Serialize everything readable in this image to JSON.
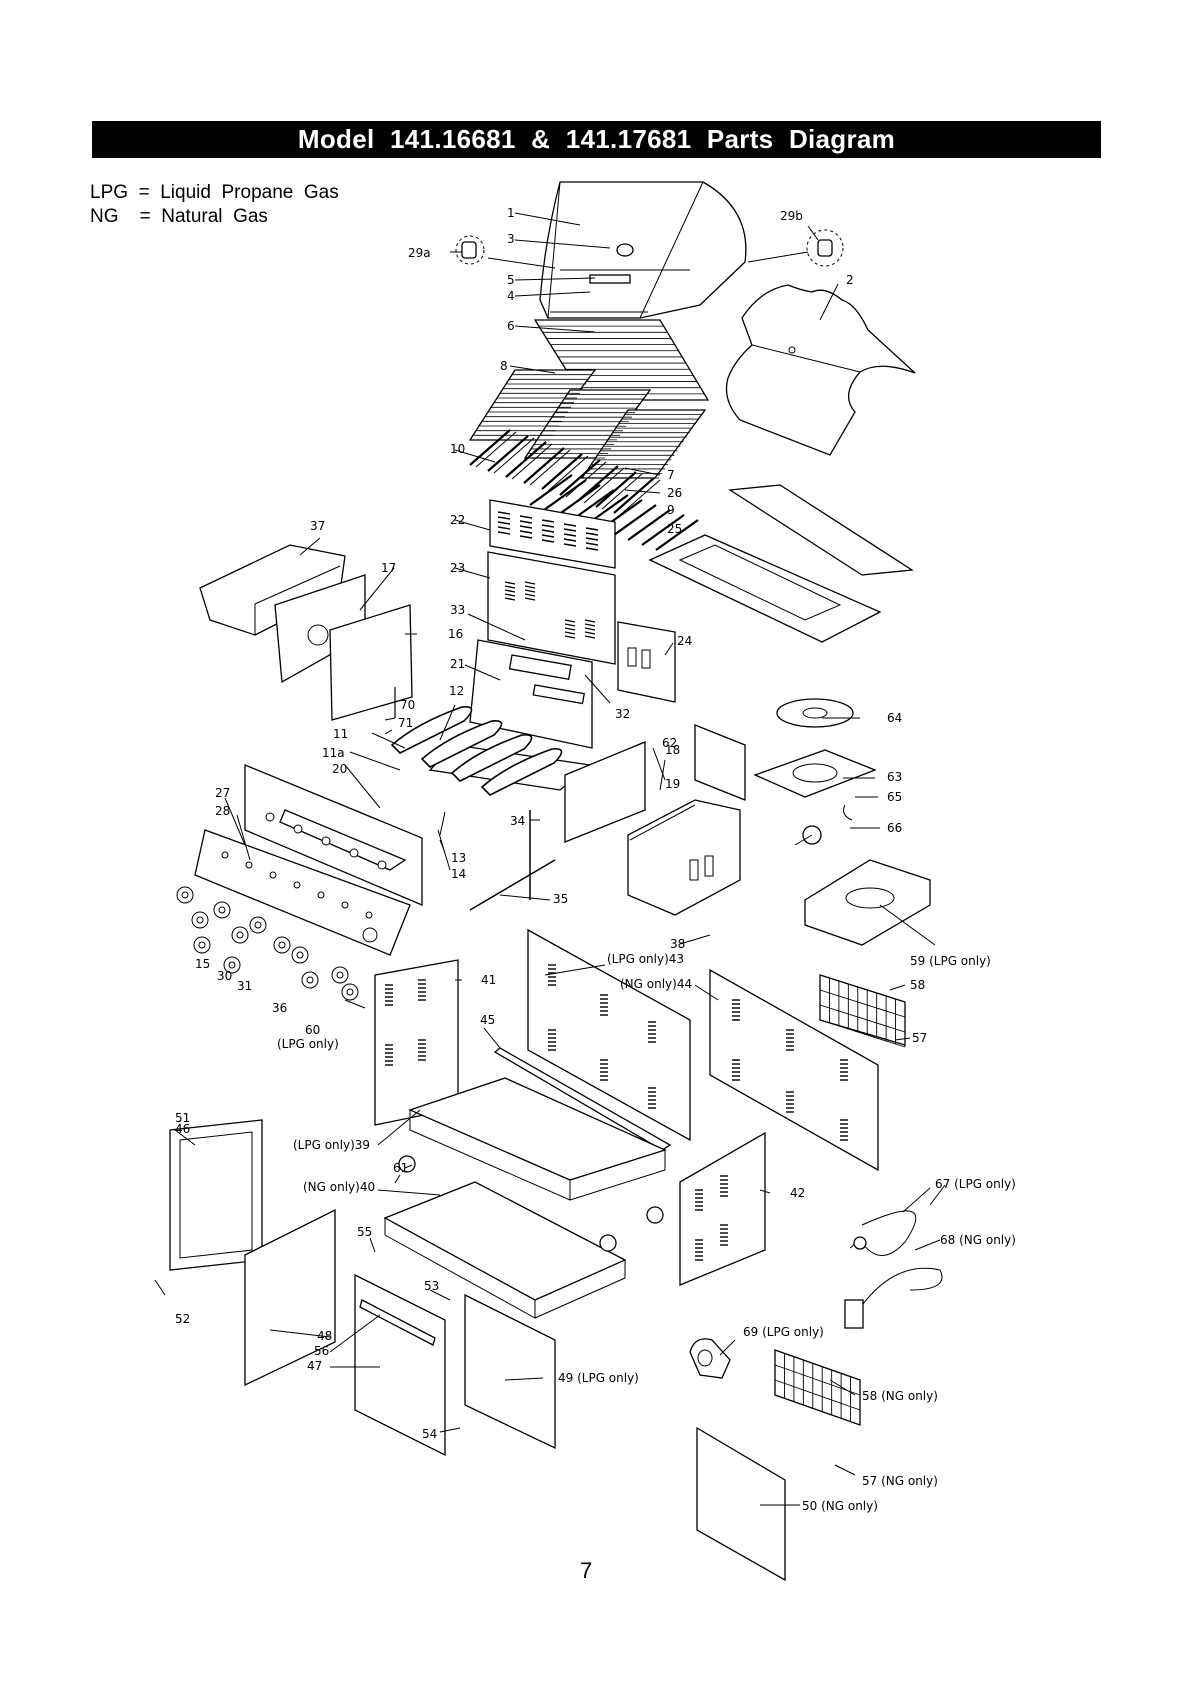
{
  "title": "Model  141.16681  &  141.17681  Parts  Diagram",
  "legend": [
    {
      "abbr": "LPG",
      "text": "LPG  =  Liquid  Propane  Gas"
    },
    {
      "abbr": "NG",
      "text": "NG    =  Natural  Gas"
    }
  ],
  "page_number": "7",
  "callouts": {
    "c1": "1",
    "c2": "2",
    "c3": "3",
    "c4": "4",
    "c5": "5",
    "c6": "6",
    "c7": "7",
    "c8": "8",
    "c9": "9",
    "c10": "10",
    "c11": "11",
    "c11a": "11a",
    "c12": "12",
    "c13": "13",
    "c14": "14",
    "c15": "15",
    "c16": "16",
    "c17": "17",
    "c18": "18",
    "c19": "19",
    "c20": "20",
    "c21": "21",
    "c22": "22",
    "c23": "23",
    "c24": "24",
    "c25": "25",
    "c26": "26",
    "c27": "27",
    "c28": "28",
    "c29a": "29a",
    "c29b": "29b",
    "c30": "30",
    "c31": "31",
    "c32": "32",
    "c33": "33",
    "c34": "34",
    "c35": "35",
    "c36": "36",
    "c37": "37",
    "c38": "38",
    "c39": "(LPG only)39",
    "c40": "(NG only)40",
    "c41": "41",
    "c42": "42",
    "c43": "(LPG only)43",
    "c44": "(NG only)44",
    "c45": "45",
    "c46": "46",
    "c47": "47",
    "c48": "48",
    "c49": "49 (LPG only)",
    "c50": "50 (NG only)",
    "c51": "51",
    "c52": "52",
    "c53": "53",
    "c54": "54",
    "c55": "55",
    "c56": "56",
    "c57": "57",
    "c57ng": "57 (NG only)",
    "c58": "58",
    "c58ng": "58 (NG only)",
    "c59": "59 (LPG only)",
    "c60": "60",
    "c60note": "(LPG only)",
    "c61": "61",
    "c62": "62",
    "c63": "63",
    "c64": "64",
    "c65": "65",
    "c66": "66",
    "c67": "67 (LPG only)",
    "c68": "68 (NG only)",
    "c69": "69 (LPG only)",
    "c70": "70",
    "c71": "71"
  }
}
